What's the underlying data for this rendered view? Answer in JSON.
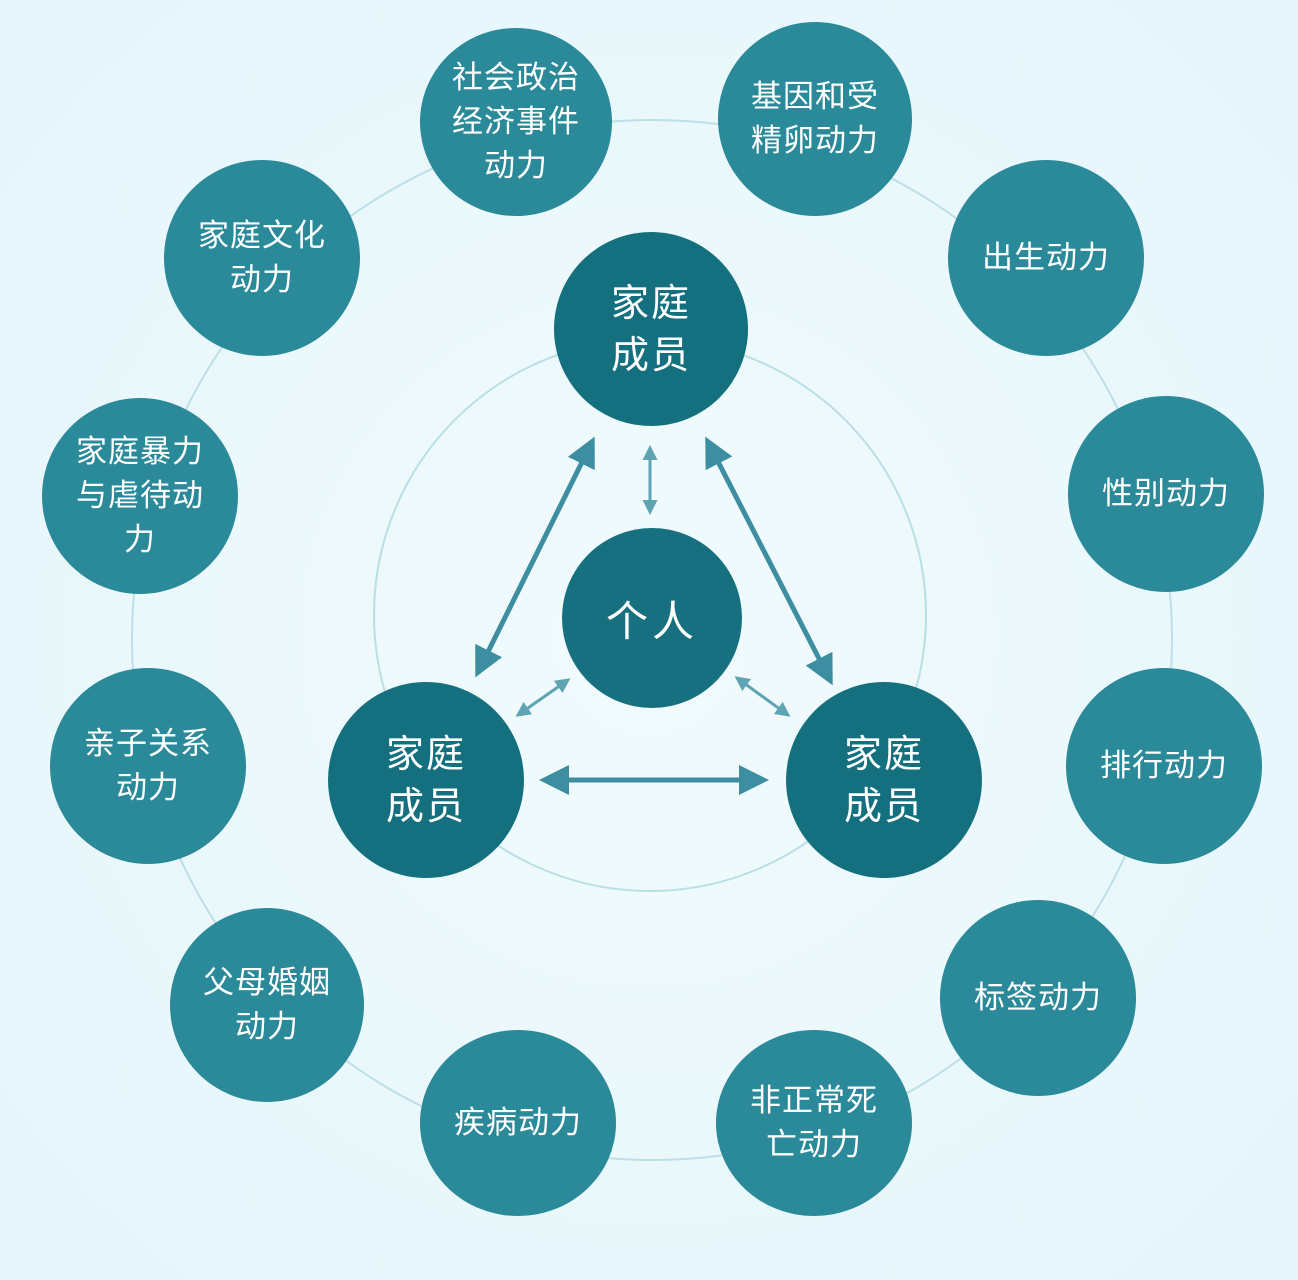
{
  "center_node": "个人",
  "family_nodes": {
    "top": "家庭\n成员",
    "left": "家庭\n成员",
    "right": "家庭\n成员"
  },
  "outer_nodes": [
    "社会政治\n经济事件\n动力",
    "基因和受\n精卵动力",
    "出生动力",
    "性别动力",
    "排行动力",
    "标签动力",
    "非正常死\n亡动力",
    "疾病动力",
    "父母婚姻\n动力",
    "亲子关系\n动力",
    "家庭暴力\n与虐待动\n力",
    "家庭文化\n动力"
  ],
  "colors": {
    "background": "#e9f8fc",
    "outer_node": "#2a8a9a",
    "inner_node": "#14707f",
    "arrow": "#3d8ea0",
    "ring": "#b9dfe6"
  }
}
